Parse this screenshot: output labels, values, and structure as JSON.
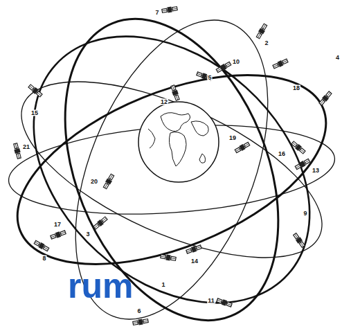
{
  "diagram": {
    "labels": [
      "7",
      "2",
      "10",
      "5",
      "18",
      "4",
      "15",
      "12",
      "19",
      "21",
      "16",
      "13",
      "20",
      "17",
      "3",
      "14",
      "9",
      "8",
      "1",
      "11",
      "6",
      "rum"
    ]
  }
}
